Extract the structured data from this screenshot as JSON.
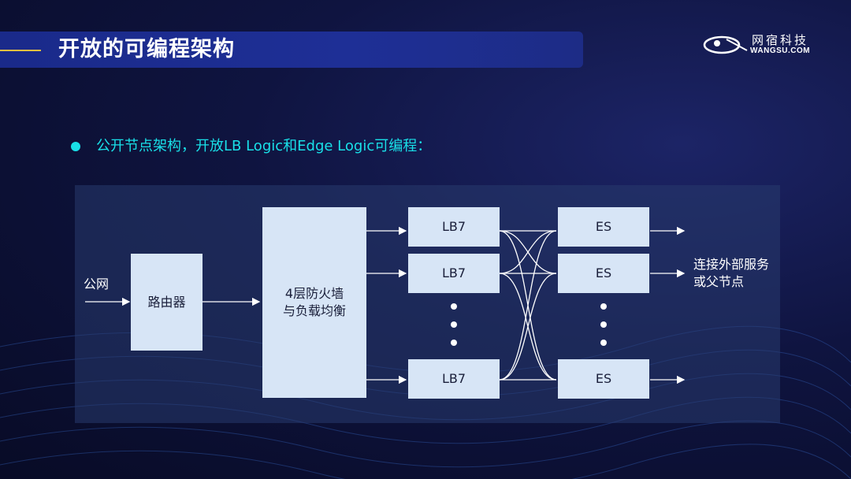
{
  "slide": {
    "title": "开放的可编程架构",
    "bullet": "公开节点架构，开放LB Logic和Edge Logic可编程："
  },
  "logo": {
    "cn": "网宿科技",
    "en": "WANGSU.COM"
  },
  "diagram": {
    "input_label": "公网",
    "router": "路由器",
    "firewall_line1": "4层防火墙",
    "firewall_line2": "与负载均衡",
    "lb_nodes": [
      "LB7",
      "LB7",
      "LB7"
    ],
    "es_nodes": [
      "ES",
      "ES",
      "ES"
    ],
    "output_line1": "连接外部服务",
    "output_line2": "或父节点"
  },
  "colors": {
    "accent": "#19e0e8",
    "box": "#d7e5f6",
    "title_bar": "#1e2f96"
  }
}
